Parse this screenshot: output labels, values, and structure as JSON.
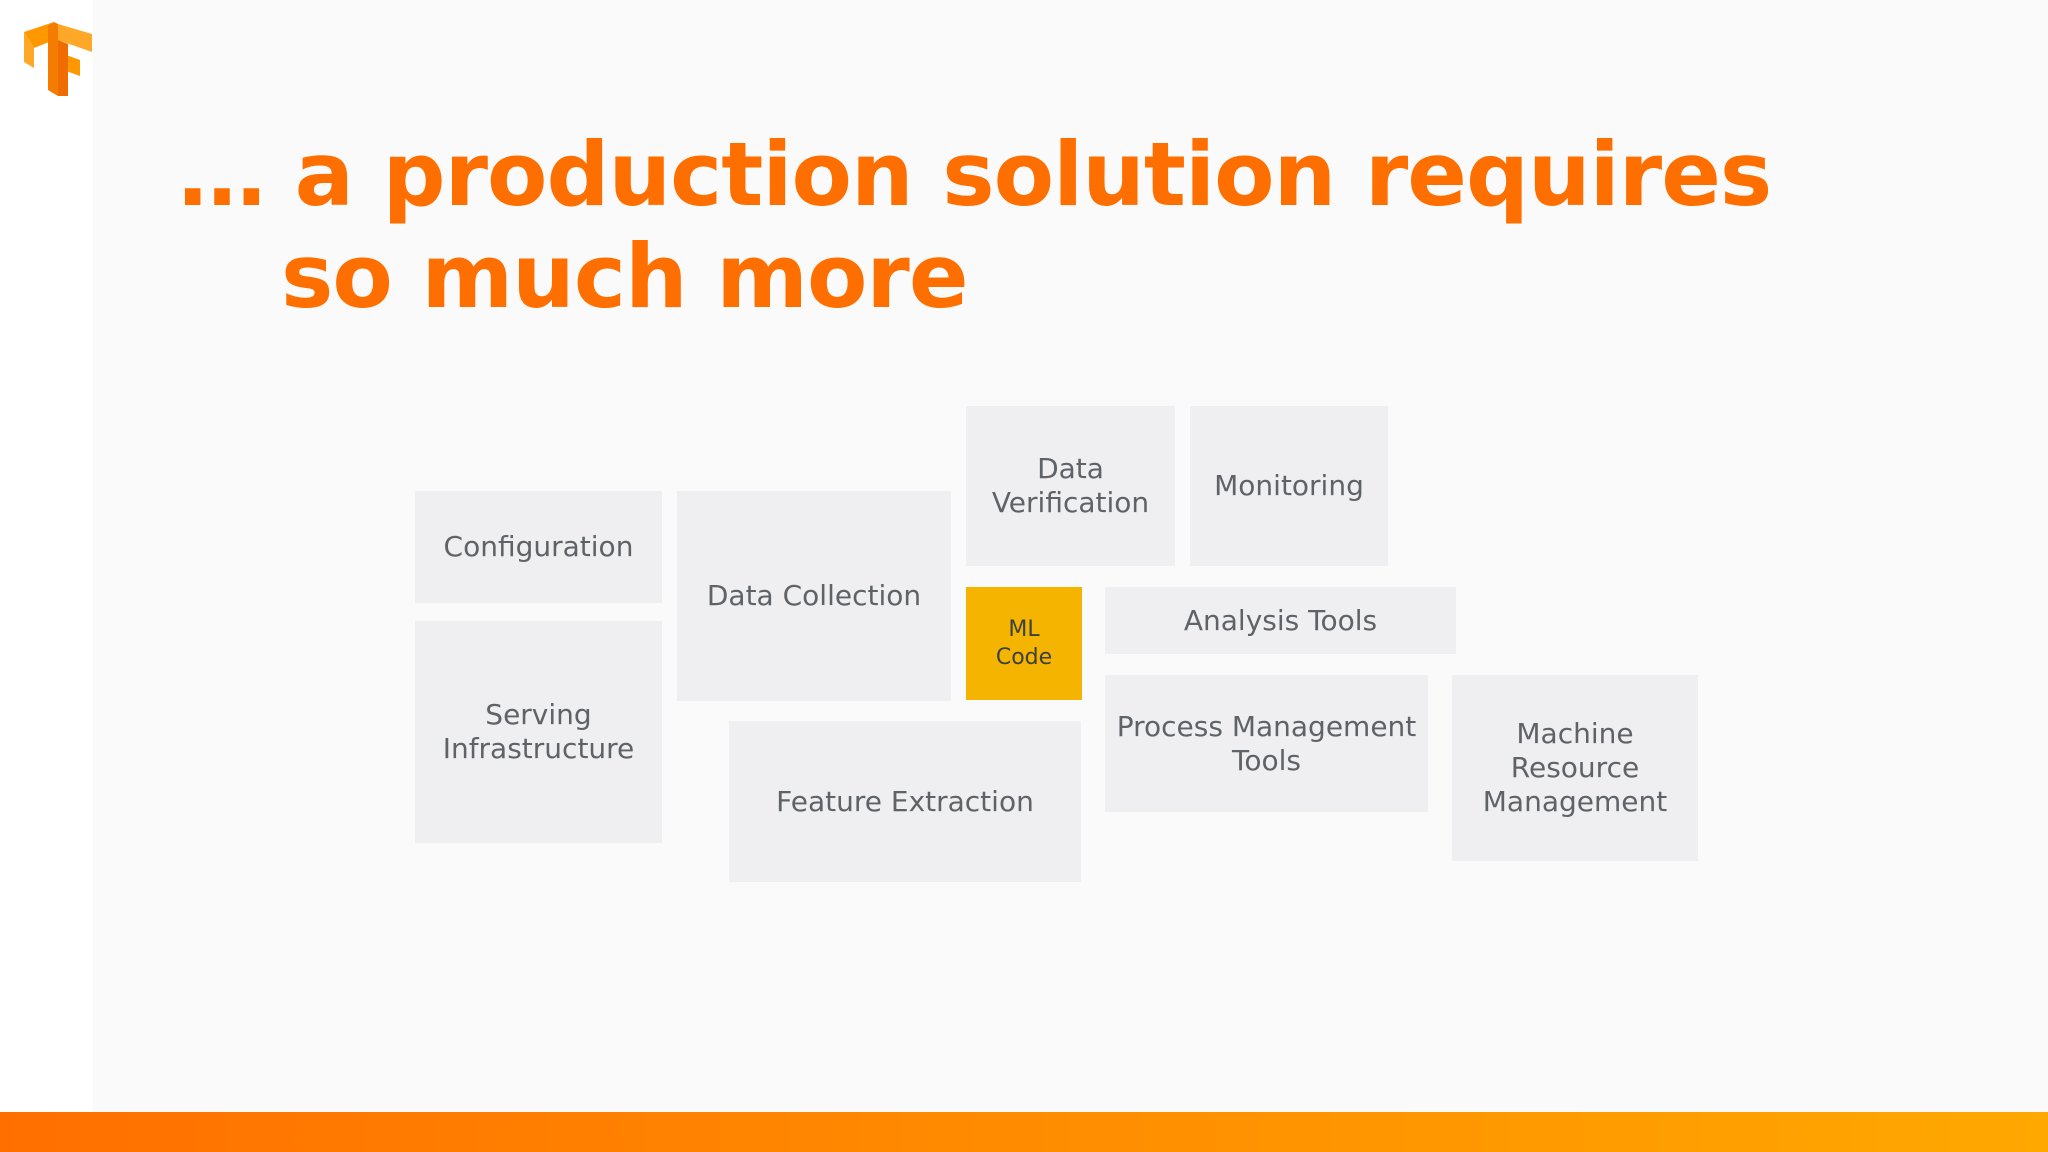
{
  "slide": {
    "title_line1": "… a production solution requires",
    "title_line2": "so much more",
    "logo_icon": "tensorflow-logo-icon",
    "colors": {
      "title": "#ff6f00",
      "block": "#efeef0",
      "ml_code_block": "#f4b400",
      "block_text": "#5f6368",
      "bottom_bar_start": "#ff6f00",
      "bottom_bar_end": "#ffa800"
    }
  },
  "diagram": {
    "blocks": {
      "configuration": "Configuration",
      "serving_infrastructure": "Serving\nInfrastructure",
      "data_collection": "Data Collection",
      "feature_extraction": "Feature Extraction",
      "data_verification": "Data\nVerification",
      "monitoring": "Monitoring",
      "ml_code": "ML\nCode",
      "analysis_tools": "Analysis Tools",
      "process_management_tools": "Process Management\nTools",
      "machine_resource_management": "Machine\nResource\nManagement"
    }
  }
}
